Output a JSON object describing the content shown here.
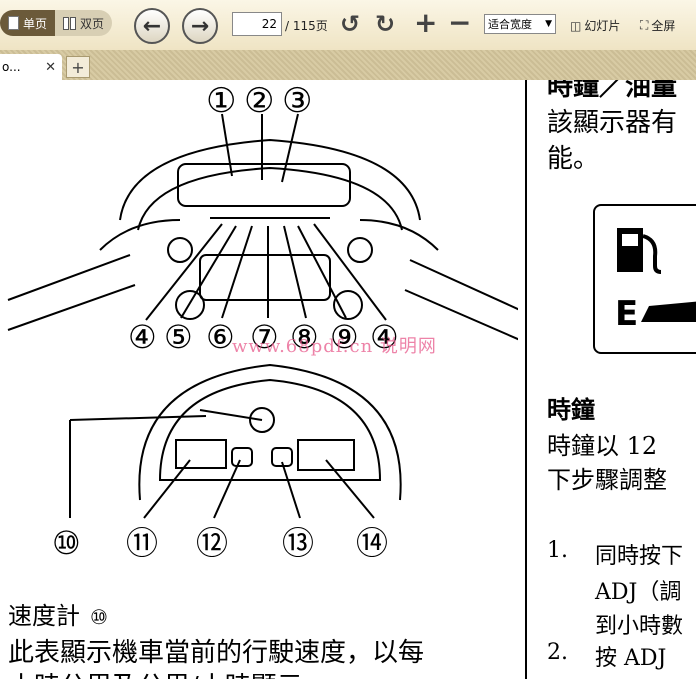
{
  "toolbar": {
    "single_page": "单页",
    "double_page": "双页",
    "page_current": "22",
    "page_total": "/ 115页",
    "zoom_value": "适合宽度",
    "slideshow": "幻灯片",
    "fullscreen": "全屏"
  },
  "tabs": [
    {
      "label": "o..."
    }
  ],
  "left_page": {
    "callouts_top": [
      "①",
      "②",
      "③"
    ],
    "callouts_mid": [
      "④",
      "⑤",
      "⑥",
      "⑦",
      "⑧",
      "⑨",
      "④"
    ],
    "callouts_bottom": [
      "⑩",
      "⑪",
      "⑫",
      "⑬",
      "⑭"
    ],
    "watermark": "www.68pdf.cn 说明网",
    "section_title": "速度計",
    "section_num": "⑩",
    "body_line_1": "此表顯示機車當前的行駛速度，以每",
    "body_line_2": "小時公里及公里/小時顯示"
  },
  "right_page": {
    "line_top": "時鐘／油量",
    "line_1": "該顯示器有",
    "line_2": "能。",
    "fuel_letter": "E",
    "heading_clock": "時鐘",
    "clock_line_1": "時鐘以 12",
    "clock_line_2": "下步驟調整",
    "step_1_num": "1.",
    "step_1_text": "同時按下",
    "step_1_line2": "ADJ（調",
    "step_1_line3": "到小時數",
    "step_2_num": "2.",
    "step_2_text": "按 ADJ"
  },
  "colors": {
    "toolbar_bg": "#f4ecd4",
    "tabbar_bg": "#d2c49c",
    "watermark": "#e85a8c"
  }
}
